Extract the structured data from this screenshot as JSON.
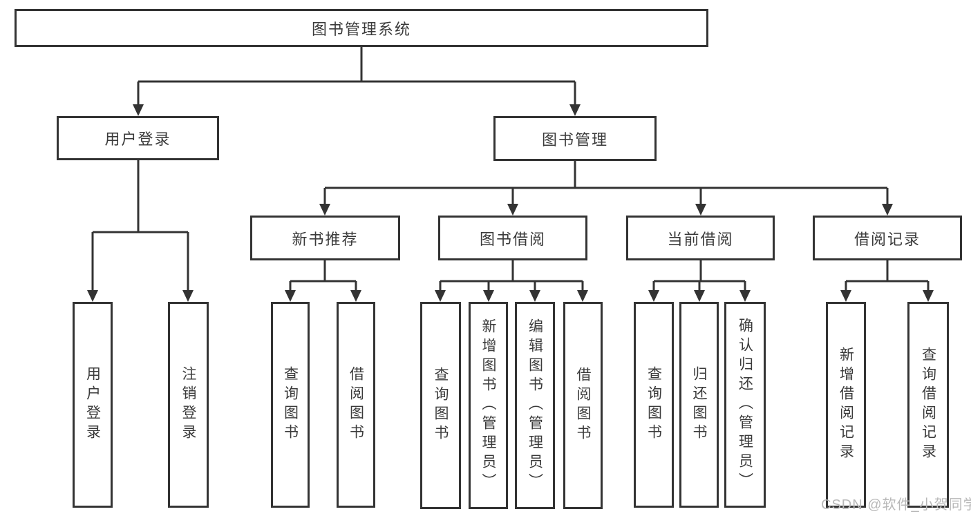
{
  "diagram": {
    "root": {
      "label": "图书管理系统"
    },
    "branches": [
      {
        "label": "用户登录",
        "children": [
          "用户登录",
          "注销登录"
        ]
      },
      {
        "label": "图书管理",
        "sections": [
          {
            "label": "新书推荐",
            "children": [
              "查询图书",
              "借阅图书"
            ]
          },
          {
            "label": "图书借阅",
            "children": [
              "查询图书",
              "新增图书（管理员）",
              "编辑图书（管理员）",
              "借阅图书"
            ]
          },
          {
            "label": "当前借阅",
            "children": [
              "查询图书",
              "归还图书",
              "确认归还（管理员）"
            ]
          },
          {
            "label": "借阅记录",
            "children": [
              "新增借阅记录",
              "查询借阅记录"
            ]
          }
        ]
      }
    ]
  },
  "watermark": {
    "text": "CSDN @软件_小贺同学"
  },
  "colors": {
    "line": "#333333",
    "text": "#3a3a3a",
    "background": "#ffffff",
    "watermark": "#b8b8b8"
  }
}
